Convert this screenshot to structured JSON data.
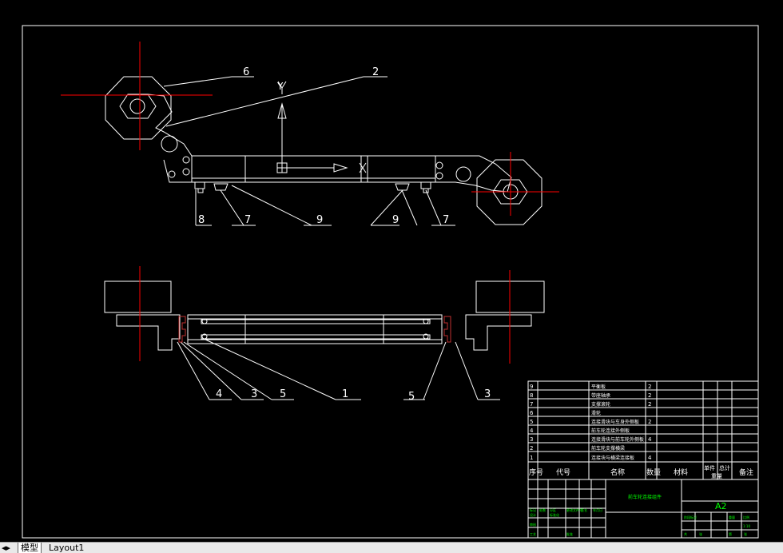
{
  "drawing": {
    "colors": {
      "line": "#ffffff",
      "center": "#ff0000",
      "green": "#00ff00",
      "background": "#000000",
      "dark_red": "#8b1a1a"
    },
    "top_view_labels": [
      "6",
      "2",
      "8",
      "7",
      "9",
      "9",
      "7"
    ],
    "bottom_view_labels": [
      "4",
      "3",
      "5",
      "1",
      "5",
      "3"
    ],
    "axis_label": "Y",
    "axis_x_label": "X"
  },
  "title_block": {
    "part_rows": [
      {
        "num": "9",
        "name": "平衡板",
        "qty": "2"
      },
      {
        "num": "8",
        "name": "带座轴承",
        "qty": "2"
      },
      {
        "num": "7",
        "name": "支撑滚轮",
        "qty": "2"
      },
      {
        "num": "6",
        "name": "滑轮",
        "qty": ""
      },
      {
        "num": "5",
        "name": "连接滑块与车身外侧板",
        "qty": "2"
      },
      {
        "num": "4",
        "name": "前车轮连接外侧板",
        "qty": ""
      },
      {
        "num": "3",
        "name": "连接滑块与前车轮外侧板",
        "qty": "4"
      },
      {
        "num": "2",
        "name": "前车轮支撑横梁",
        "qty": ""
      },
      {
        "num": "1",
        "name": "连接块与横梁连接板",
        "qty": "4"
      }
    ],
    "header": {
      "num": "序号",
      "code": "代号",
      "name": "名称",
      "qty": "数量",
      "material": "材料",
      "single": "单件",
      "total": "总计",
      "weight": "重量",
      "remark": "备注"
    },
    "drawing_name": "前车轮连接组件",
    "sheet_size": "A2",
    "small_fields": [
      "标记",
      "处数",
      "分区",
      "更改文件号",
      "签名",
      "年月日",
      "设计",
      "标准化",
      "审核",
      "工艺",
      "批准",
      "阶段标记",
      "重量",
      "比例",
      "共",
      "张",
      "第",
      "张",
      "1:10"
    ]
  },
  "tabs": {
    "items": [
      "模型",
      "Layout1"
    ],
    "active": 0
  }
}
